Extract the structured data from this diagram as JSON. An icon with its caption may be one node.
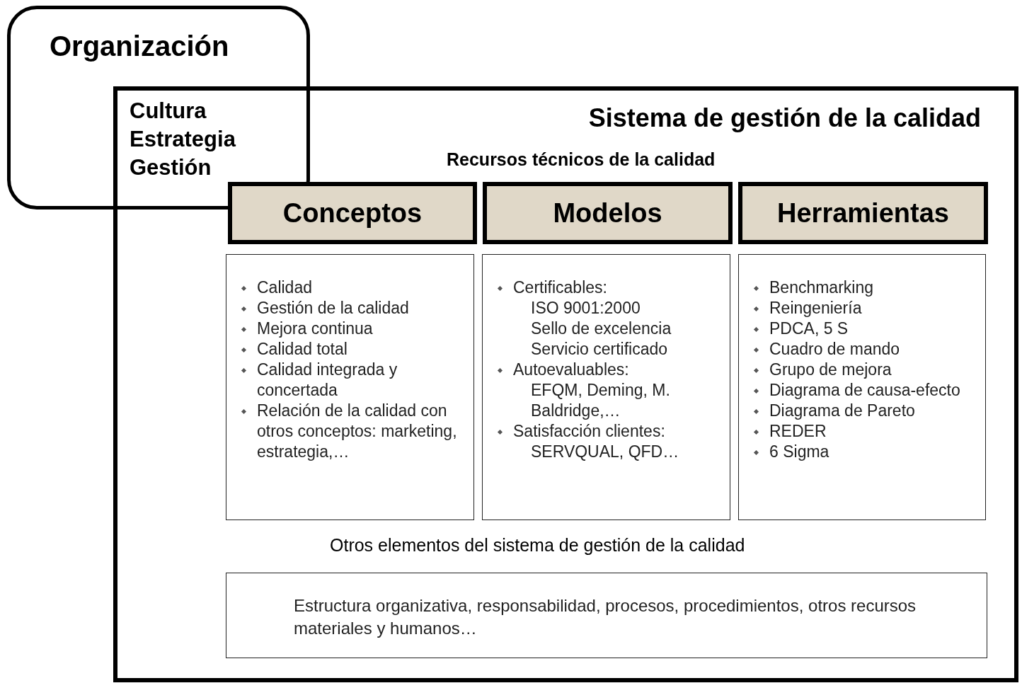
{
  "diagram": {
    "nodes": [
      {
        "text": [
          "Organización"
        ]
      },
      {
        "text": [
          "Sistema de gestión de la calidad",
          "Recursos técnicos de la calidad",
          "Otros elementos del sistema de gestión de la calidad"
        ]
      },
      {
        "text": [
          "Conceptos"
        ],
        "in": 1
      },
      {
        "text": [
          "Modelos"
        ],
        "in": 1
      },
      {
        "text": [
          "Herramientas"
        ],
        "in": 1
      },
      {
        "text": [
          "Calidad",
          "Gestión de la calidad",
          "Mejora continua",
          "Calidad total",
          "Calidad integrada y concertada",
          "Relación de la calidad con otros conceptos: marketing, estrategia,…"
        ],
        "in": 1
      },
      {
        "text": [
          "Certificables:",
          "ISO 9001:2000",
          "Sello de excelencia",
          "Servicio certificado",
          "Autoevaluables:",
          "EFQM, Deming, M. Baldridge,…",
          "Satisfacción clientes:",
          "SERVQUAL, QFD…"
        ],
        "in": 1
      },
      {
        "text": [
          "Benchmarking",
          "Reingeniería",
          "PDCA, 5 S",
          "Cuadro de mando",
          "Grupo de mejora",
          "Diagrama de causa-efecto",
          "Diagrama de Pareto",
          "REDER",
          "6 Sigma"
        ],
        "in": 1
      },
      {
        "text": [
          "Estructura organizativa, responsabilidad, procesos, procedimientos, otros recursos materiales y humanos…"
        ],
        "in": 1
      }
    ],
    "labels": [
      "Cultura",
      "Estrategia",
      "Gestión"
    ]
  }
}
